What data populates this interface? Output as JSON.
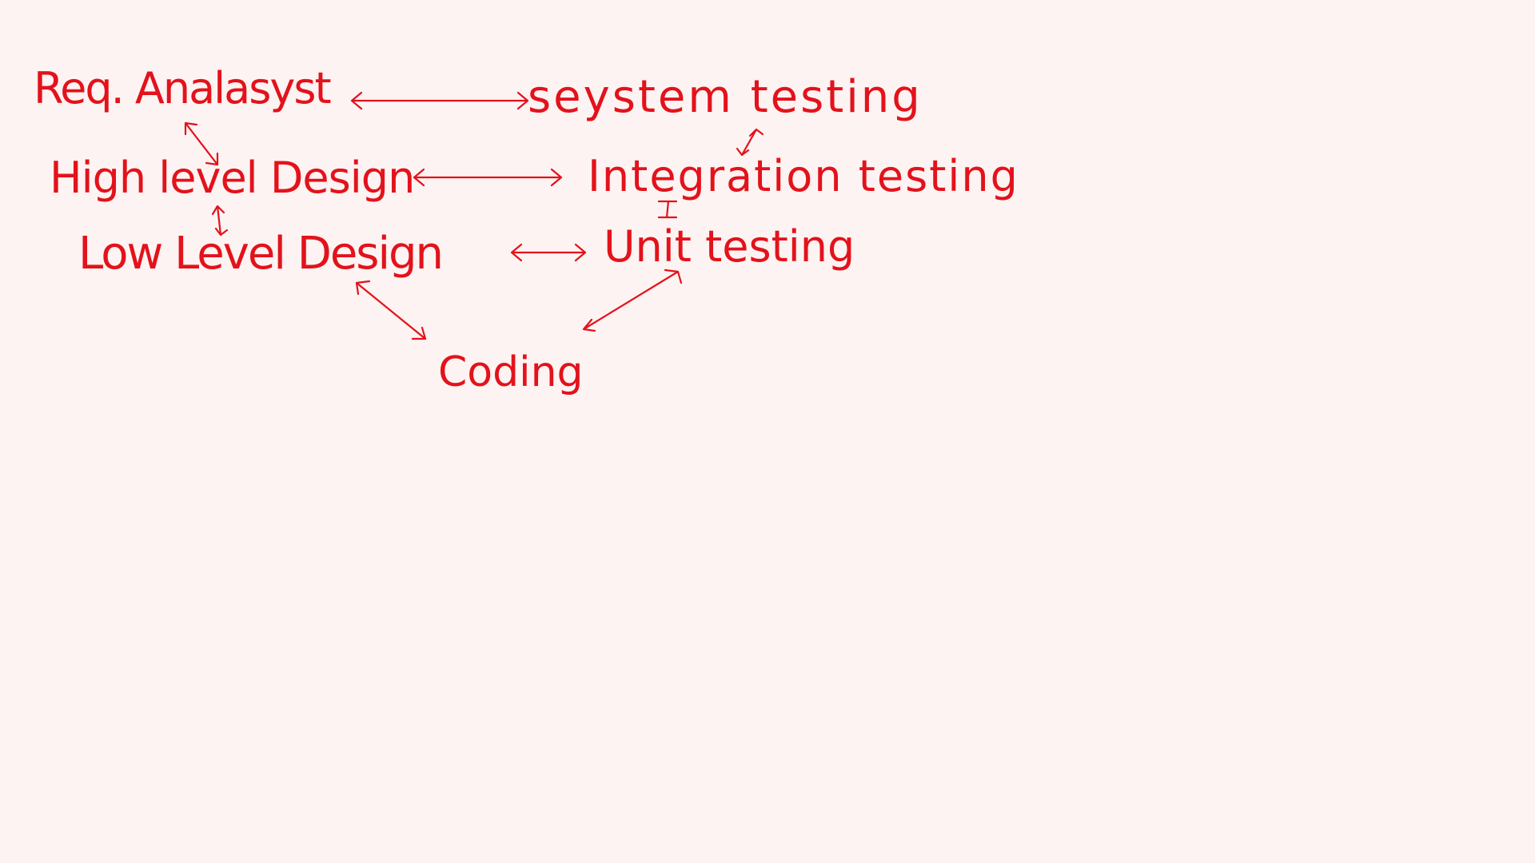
{
  "colors": {
    "background": "#fcf3f2",
    "ink": "#e3121b"
  },
  "nodes": {
    "req_analysis": "Req. Analasyst",
    "system_testing": "seystem testing",
    "high_level_design": "High level Design",
    "integration_testing": "Integration testing",
    "low_level_design": "Low Level Design",
    "unit_testing": "Unit testing",
    "coding": "Coding"
  },
  "connections": [
    {
      "from": "req_analysis",
      "to": "system_testing",
      "type": "double-arrow"
    },
    {
      "from": "req_analysis",
      "to": "high_level_design",
      "type": "double-arrow"
    },
    {
      "from": "system_testing",
      "to": "integration_testing",
      "type": "double-arrow"
    },
    {
      "from": "high_level_design",
      "to": "integration_testing",
      "type": "double-arrow"
    },
    {
      "from": "high_level_design",
      "to": "low_level_design",
      "type": "double-arrow"
    },
    {
      "from": "integration_testing",
      "to": "unit_testing",
      "type": "double-arrow"
    },
    {
      "from": "low_level_design",
      "to": "unit_testing",
      "type": "double-arrow"
    },
    {
      "from": "low_level_design",
      "to": "coding",
      "type": "double-arrow"
    },
    {
      "from": "unit_testing",
      "to": "coding",
      "type": "double-arrow"
    }
  ]
}
